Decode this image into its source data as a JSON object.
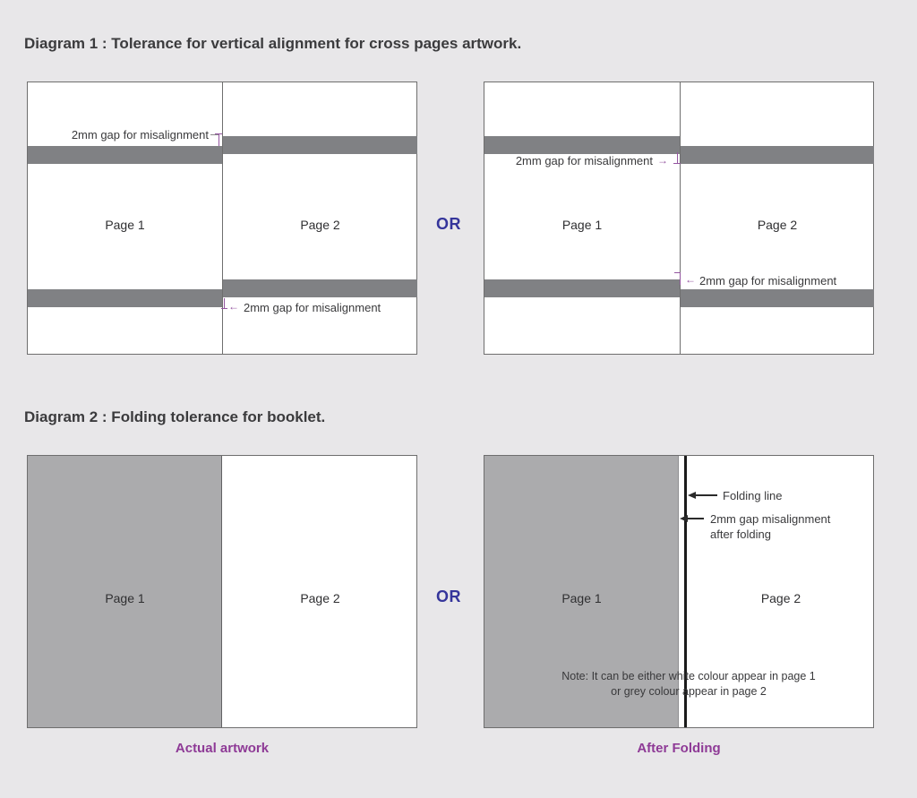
{
  "labels": {
    "page1": "Page 1",
    "page2": "Page 2",
    "or": "OR"
  },
  "icons": {
    "arrow_left": "←",
    "arrow_right": "→"
  },
  "diagram1": {
    "title": "Diagram 1 : Tolerance for vertical alignment for cross pages artwork.",
    "gap_annotation": "2mm gap for misalignment"
  },
  "diagram2": {
    "title": "Diagram 2 : Folding tolerance for booklet.",
    "folding_line_annotation": "Folding line",
    "gap_annotation_line1": "2mm gap misalignment",
    "gap_annotation_line2": "after folding",
    "note_line1": "Note: It can be either white colour appear in page 1",
    "note_line2": "or grey colour appear in page 2",
    "caption_left": "Actual artwork",
    "caption_right": "After Folding"
  },
  "colors": {
    "background": "#e8e7e9",
    "panel_fill": "#ffffff",
    "panel_border": "#6e6e6e",
    "misalignment_bar": "#808184",
    "page1_fill": "#ababad",
    "fold_line": "#1b1b1b",
    "or_text": "#35359b",
    "caption_text": "#8e3a96",
    "annotation_mark": "#9455a0",
    "text": "#3a3a3c"
  }
}
